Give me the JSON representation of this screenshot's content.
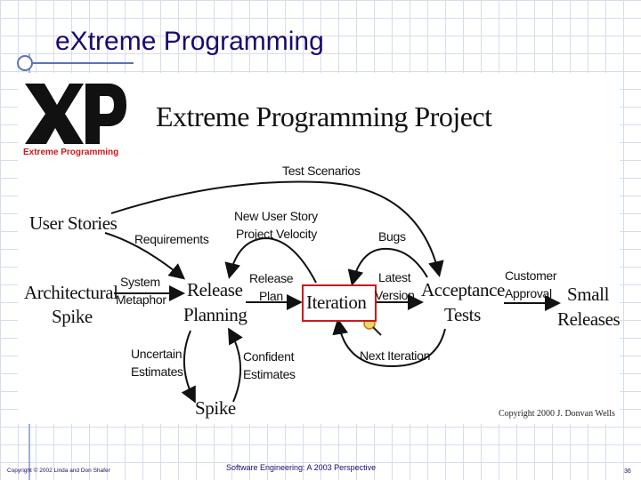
{
  "slide": {
    "title": "eXtreme Programming",
    "footer_left": "Copyright © 2002 Linda and Don Shafer",
    "footer_center": "Software Engineering: A 2003 Perspective",
    "page_number": "36"
  },
  "figure": {
    "logo_text": "XP",
    "logo_subtitle": "Extreme Programming",
    "title": "Extreme Programming Project",
    "copyright": "Copyright 2000 J. Donvan Wells",
    "nodes": {
      "user_stories": "User Stories",
      "architectural_spike_line1": "Architectural",
      "architectural_spike_line2": "Spike",
      "release_planning_line1": "Release",
      "release_planning_line2": "Planning",
      "iteration": "Iteration",
      "acceptance_tests_line1": "Acceptance",
      "acceptance_tests_line2": "Tests",
      "small_releases_line1": "Small",
      "small_releases_line2": "Releases",
      "spike": "Spike"
    },
    "edges": {
      "test_scenarios": "Test Scenarios",
      "requirements": "Requirements",
      "new_user_story": "New User Story",
      "project_velocity": "Project Velocity",
      "bugs": "Bugs",
      "system": "System",
      "metaphor": "Metaphor",
      "release": "Release",
      "plan": "Plan",
      "latest": "Latest",
      "version": "Version",
      "customer": "Customer",
      "approval": "Approval",
      "uncertain": "Uncertain",
      "estimates_left": "Estimates",
      "confident": "Confident",
      "estimates_right": "Estimates",
      "next_iteration": "Next Iteration"
    }
  }
}
